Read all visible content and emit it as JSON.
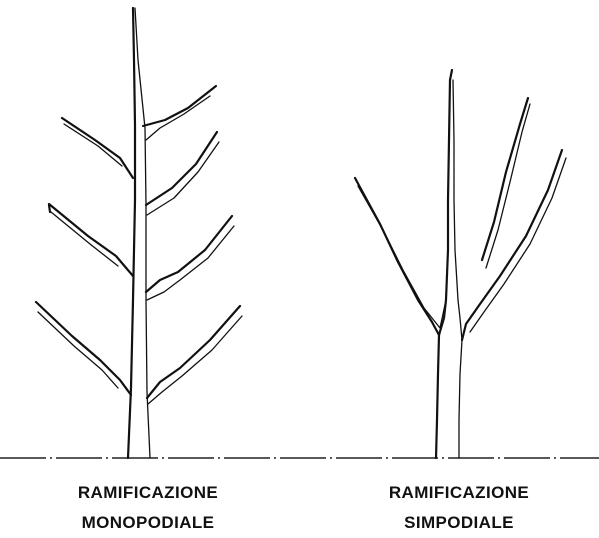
{
  "captions": {
    "monopodial": {
      "line1": "RAMIFICAZIONE",
      "line2": "MONOPODIALE"
    },
    "sympodial": {
      "line1": "RAMIFICAZIONE",
      "line2": "SIMPODIALE"
    }
  },
  "colors": {
    "ink": "#111111",
    "background": "#ffffff"
  }
}
